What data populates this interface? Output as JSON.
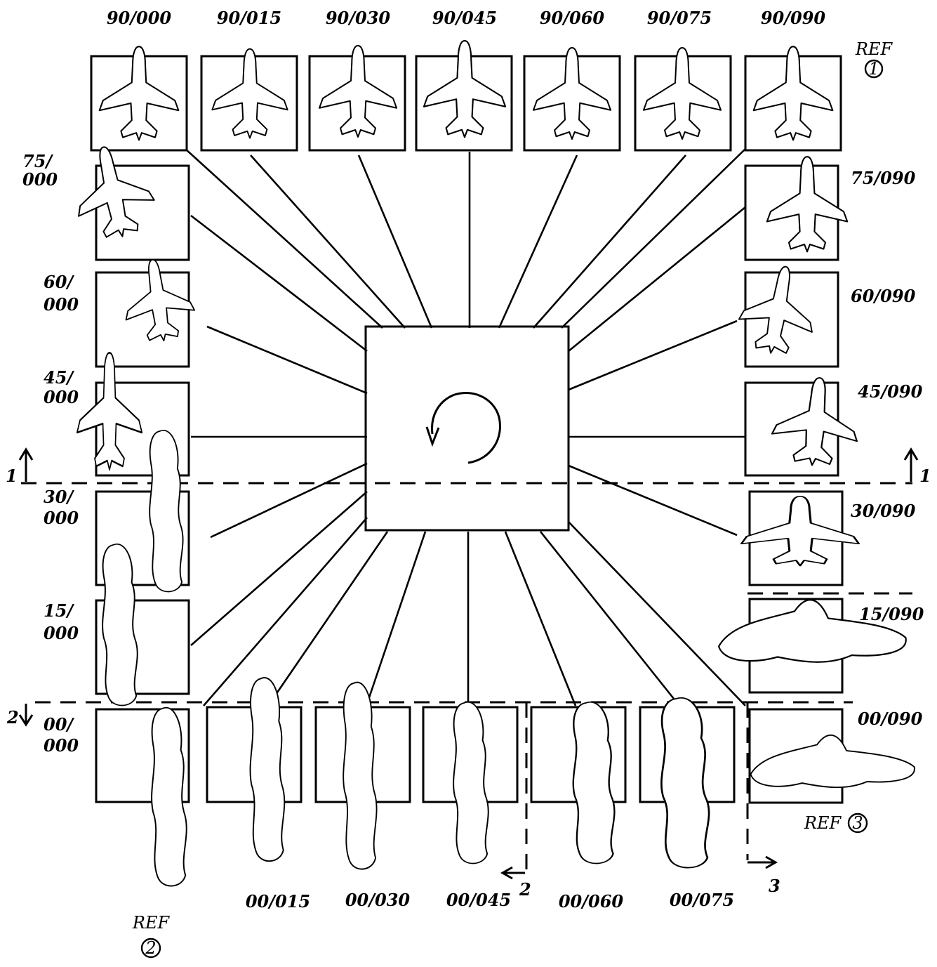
{
  "top_labels": [
    "90/000",
    "90/015",
    "90/030",
    "90/045",
    "90/060",
    "90/075",
    "90/090"
  ],
  "left_labels": [
    {
      "line1": "75/",
      "line2": "000"
    },
    {
      "line1": "60/",
      "line2": "000"
    },
    {
      "line1": "45/",
      "line2": "000"
    },
    {
      "line1": "30/",
      "line2": "000"
    },
    {
      "line1": "15/",
      "line2": "000"
    },
    {
      "line1": "00/",
      "line2": "000"
    }
  ],
  "right_labels": [
    "75/090",
    "60/090",
    "45/090",
    "30/090",
    "15/090",
    "00/090"
  ],
  "bottom_labels": [
    "00/015",
    "00/030",
    "00/045",
    "00/060",
    "00/075"
  ],
  "refs": {
    "ref1": {
      "text": "REF",
      "num": "1"
    },
    "ref2": {
      "text": "REF",
      "num": "2"
    },
    "ref3": {
      "text": "REF",
      "num": "3"
    }
  },
  "section_markers": {
    "marker1": "1",
    "marker2": "2",
    "marker3": "3"
  },
  "center_icon": "rotation-arrow-icon"
}
